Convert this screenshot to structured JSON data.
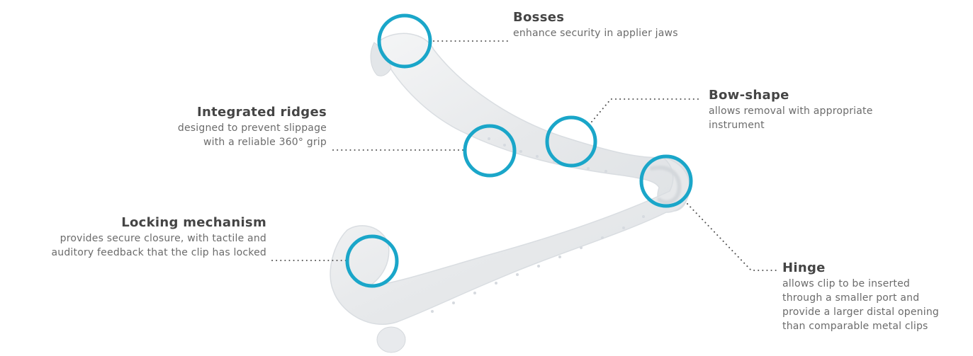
{
  "callouts": {
    "bosses": {
      "title": "Bosses",
      "lines": [
        "enhance security in applier jaws"
      ]
    },
    "bow_shape": {
      "title": "Bow-shape",
      "lines": [
        "allows removal with appropriate",
        "instrument"
      ]
    },
    "integrated_ridges": {
      "title": "Integrated ridges",
      "lines": [
        "designed to prevent slippage",
        "with a reliable 360° grip"
      ]
    },
    "locking_mechanism": {
      "title": "Locking mechanism",
      "lines": [
        "provides secure closure, with tactile and",
        "auditory feedback that the clip has locked"
      ]
    },
    "hinge": {
      "title": "Hinge",
      "lines": [
        "allows clip to be inserted",
        "through a smaller port and",
        "provide a larger distal opening",
        "than comparable metal clips"
      ]
    }
  },
  "colors": {
    "highlight_ring": "#1aa6c9",
    "leader_dots": "#555555",
    "clip_body": "#eceef0",
    "clip_edge": "#d4d8dc",
    "title_text": "#454545",
    "body_text": "#6b6b6b"
  }
}
